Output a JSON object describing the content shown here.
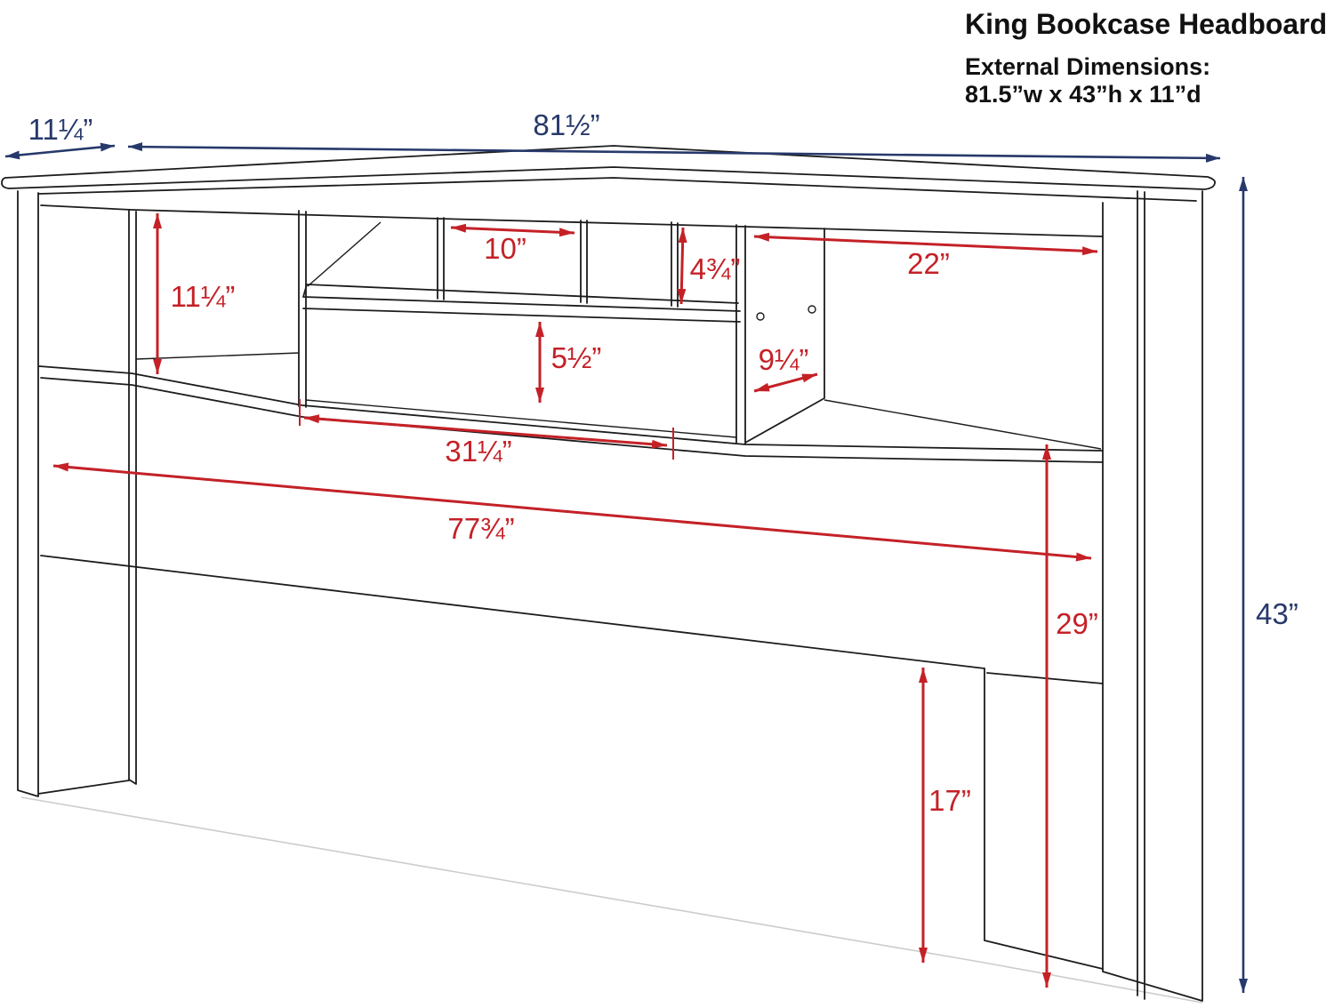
{
  "header": {
    "title": "King Bookcase Headboard",
    "dimensions_heading": "External Dimensions:",
    "dimensions_value": "81.5”w x 43”h x 11”d"
  },
  "product": {
    "name": "King Bookcase Headboard",
    "external_width_in": 81.5,
    "external_height_in": 43,
    "external_depth_in": 11
  },
  "colors": {
    "dimension_red": "#c42127",
    "dimension_blue": "#27396b",
    "drawing_line": "#1c1c1c",
    "floor_line": "#cccccc"
  },
  "dimensions": {
    "blue": [
      {
        "id": "top-depth",
        "label": "11¼”"
      },
      {
        "id": "overall-width",
        "label": "81½”"
      },
      {
        "id": "overall-height",
        "label": "43”"
      }
    ],
    "red": [
      {
        "id": "left-cubby-height",
        "label": "11¼”"
      },
      {
        "id": "small-cubby-width",
        "label": "10”"
      },
      {
        "id": "small-cubby-height",
        "label": "4¾”"
      },
      {
        "id": "right-cubby-width",
        "label": "22”"
      },
      {
        "id": "under-shelf-height",
        "label": "5½”"
      },
      {
        "id": "divider-depth",
        "label": "9¼”"
      },
      {
        "id": "center-section-width",
        "label": "31¼”"
      },
      {
        "id": "inner-width",
        "label": "77¾”"
      },
      {
        "id": "panel-height",
        "label": "29”"
      },
      {
        "id": "leg-opening-height",
        "label": "17”"
      }
    ]
  }
}
